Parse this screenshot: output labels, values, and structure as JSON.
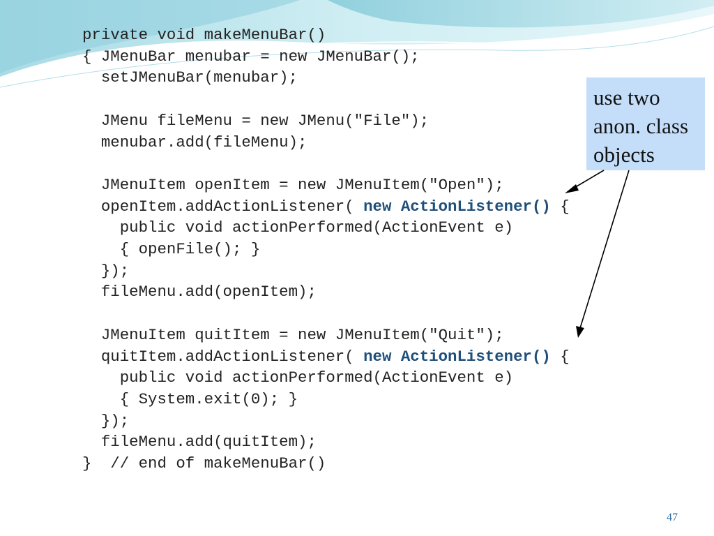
{
  "code_lines": [
    [
      "private void makeMenuBar()"
    ],
    [
      "{ JMenuBar menubar = new JMenuBar();"
    ],
    [
      "  setJMenuBar(menubar);"
    ],
    [
      ""
    ],
    [
      "  JMenu fileMenu = new JMenu(\"File\");"
    ],
    [
      "  menubar.add(fileMenu);"
    ],
    [
      ""
    ],
    [
      "  JMenuItem openItem = new JMenuItem(\"Open\");"
    ],
    [
      "  openItem.addActionListener( ",
      {
        "kw": "new ActionListener()"
      },
      " {"
    ],
    [
      "    public void actionPerformed(ActionEvent e)"
    ],
    [
      "    { openFile(); }"
    ],
    [
      "  });"
    ],
    [
      "  fileMenu.add(openItem);"
    ],
    [
      ""
    ],
    [
      "  JMenuItem quitItem = new JMenuItem(\"Quit\");"
    ],
    [
      "  quitItem.addActionListener( ",
      {
        "kw": "new ActionListener()"
      },
      " {"
    ],
    [
      "    public void actionPerformed(ActionEvent e)"
    ],
    [
      "    { System.exit(0); }"
    ],
    [
      "  });"
    ],
    [
      "  fileMenu.add(quitItem);"
    ],
    [
      "}  // end of makeMenuBar()"
    ]
  ],
  "note": {
    "lines": [
      "use two",
      "anon. class",
      "objects"
    ],
    "background": "#c4defa"
  },
  "page_number": "47",
  "colors": {
    "keyword": "#1f4e79",
    "code_text": "#222222",
    "decoration_top": "#7ec8d8",
    "page_number": "#2f6ea5"
  }
}
